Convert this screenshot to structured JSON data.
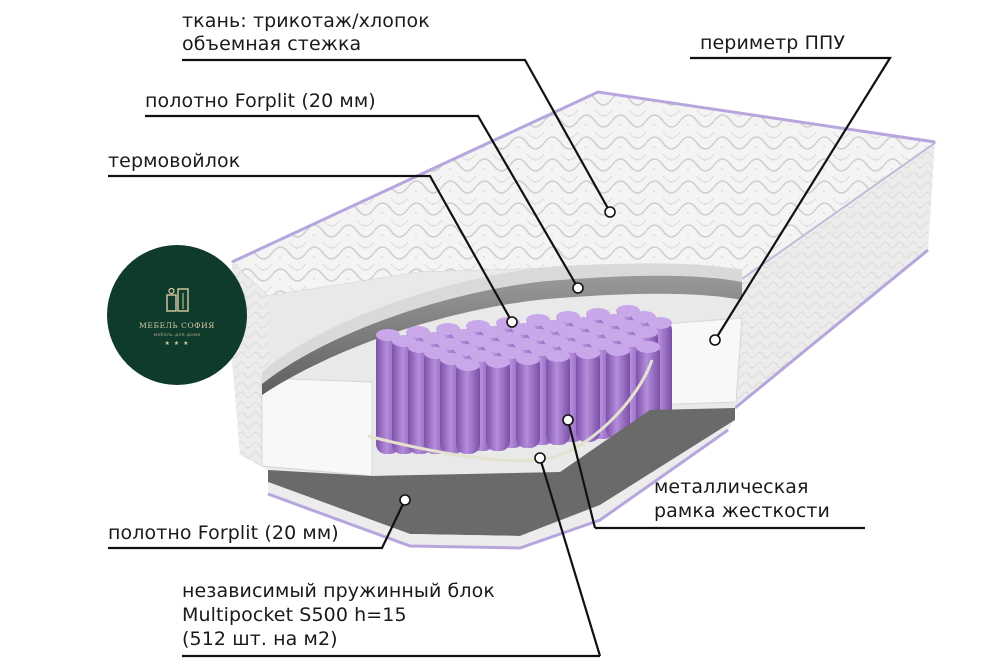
{
  "labels": {
    "fabric_line1": "ткань: трикотаж/хлопок",
    "fabric_line2": "объемная стежка",
    "perimeter": "периметр ППУ",
    "forplit_top": "полотно Forplit (20 мм)",
    "thermofelt": "термовойлок",
    "metal_line1": "металлическая",
    "metal_line2": "рамка жесткости",
    "forplit_bottom": "полотно Forplit (20 мм)",
    "spring_line1": "независимый пружинный блок",
    "spring_line2": "Multipocket S500 h=15",
    "spring_line3": "(512 шт. на м2)"
  },
  "logo": {
    "name": "МЕБЕЛЬ СОФИЯ",
    "subtitle": "мебель для дома",
    "stars": "★ ★ ★"
  },
  "colors": {
    "logo_bg": "#0f3b2c",
    "logo_text": "#d9caa0",
    "springs": "#9b6fc4",
    "fabric": "#f2f2f2",
    "edge_band": "#b7a6dd"
  }
}
